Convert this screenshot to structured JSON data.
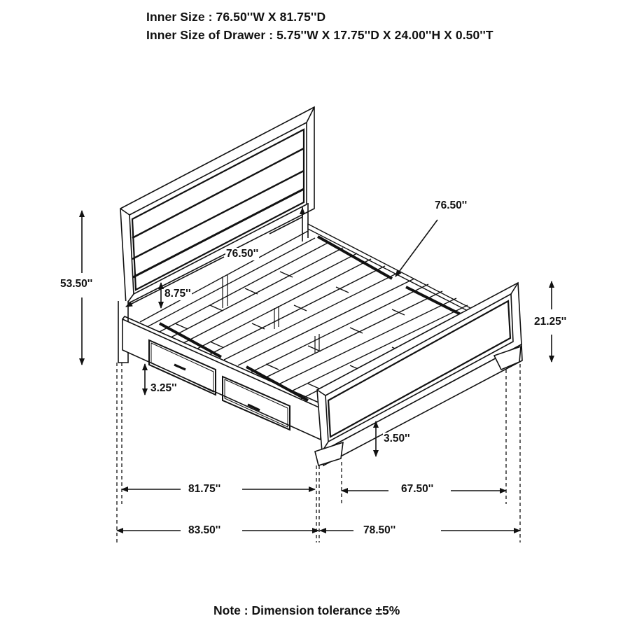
{
  "header": {
    "inner_size": "Inner Size : 76.50''W X 81.75''D",
    "inner_size_drawer": "Inner Size of Drawer : 5.75''W X 17.75''D X 24.00''H X 0.50''T"
  },
  "dimensions": {
    "overall_height": "53.50''",
    "headboard_inner_width": "76.50''",
    "headboard_gap_to_rail": "8.75''",
    "slat_width_callout": "76.50''",
    "footboard_height": "21.25''",
    "side_rail_clearance": "3.25''",
    "footboard_clearance": "3.50''",
    "inner_length": "81.75''",
    "footboard_inner_width": "67.50''",
    "overall_length": "83.50''",
    "overall_width": "78.50''"
  },
  "footer": {
    "note": "Note : Dimension tolerance ±5%"
  },
  "colors": {
    "line": "#111111",
    "background": "#ffffff"
  }
}
